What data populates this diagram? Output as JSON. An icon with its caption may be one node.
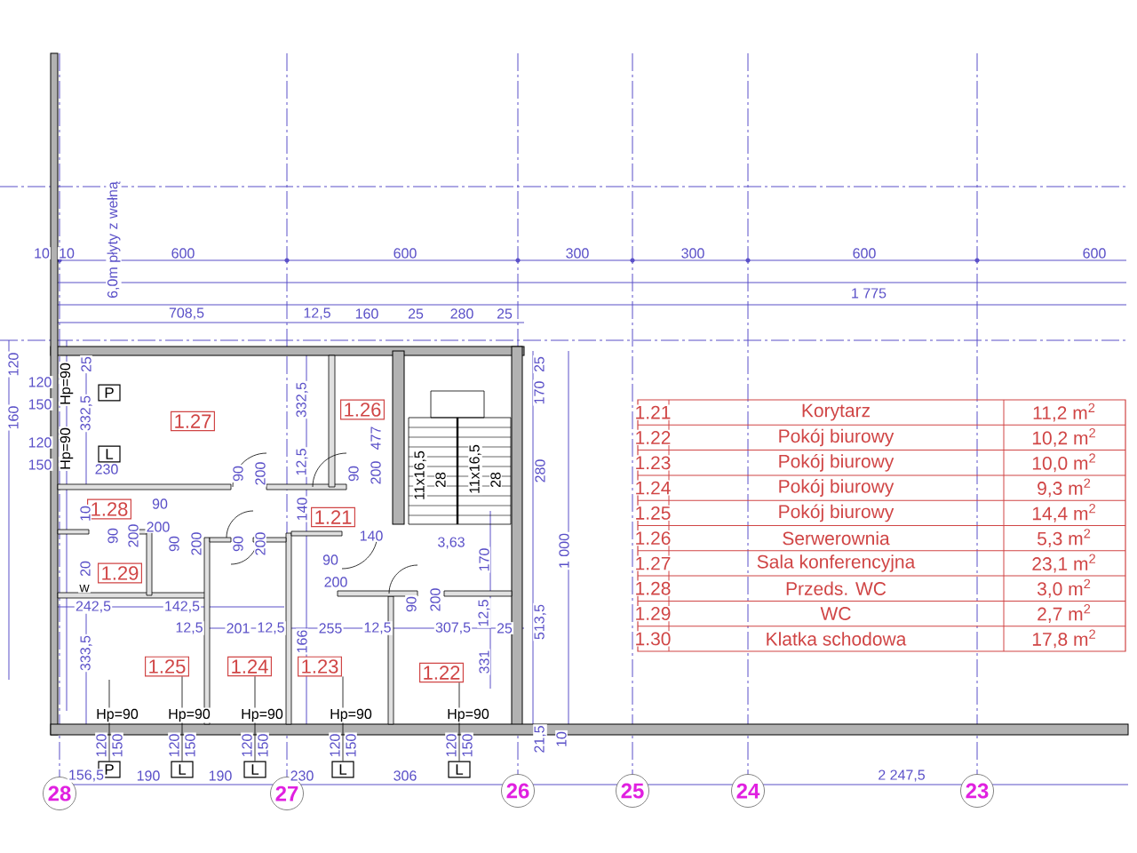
{
  "diagram": {
    "nodes": [
      {
        "text": [
          "1.27"
        ]
      },
      {
        "text": [
          "1.26"
        ]
      },
      {
        "text": [
          "P"
        ]
      },
      {
        "text": [
          "L"
        ]
      },
      {
        "text": [
          "1.28"
        ]
      },
      {
        "text": [
          "1.21"
        ]
      },
      {
        "text": [
          "1.29"
        ]
      },
      {
        "text": [
          "1.25"
        ]
      },
      {
        "text": [
          "1.24"
        ]
      },
      {
        "text": [
          "1.23"
        ]
      },
      {
        "text": [
          "1.22"
        ]
      },
      {
        "text": [
          "P"
        ]
      },
      {
        "text": [
          "L"
        ]
      },
      {
        "text": [
          "L"
        ]
      },
      {
        "text": [
          "L"
        ]
      },
      {
        "text": [
          "L"
        ]
      },
      {
        "text": [
          "28"
        ]
      },
      {
        "text": [
          "27"
        ]
      },
      {
        "text": [
          "26"
        ]
      },
      {
        "text": [
          "25"
        ]
      },
      {
        "text": [
          "24"
        ]
      },
      {
        "text": [
          "23"
        ]
      }
    ],
    "edges": [
      {
        "from": 11,
        "to": null,
        "arrow": "none"
      },
      {
        "from": 12,
        "to": 7,
        "arrow": "none"
      },
      {
        "from": 13,
        "to": 8,
        "arrow": "none"
      },
      {
        "from": 14,
        "to": 9,
        "arrow": "none"
      },
      {
        "from": 15,
        "to": 10,
        "arrow": "none"
      }
    ],
    "labels": [
      "10",
      "10",
      "600",
      "600",
      "300",
      "300",
      "600",
      "600",
      "6,0m płyty z wełną",
      "1 775",
      "708,5",
      "12,5",
      "160",
      "25",
      "280",
      "25",
      "120",
      "25",
      "Hp=90",
      "Hp=90",
      "25",
      "170",
      "120",
      "332,5",
      "332,5",
      "150",
      "160",
      "120",
      "200",
      "477",
      "12,5",
      "150",
      "230",
      "90",
      "200",
      "90",
      "11x16,5",
      "28",
      "11x16,5",
      "28",
      "280",
      "90",
      "140",
      "10",
      "200",
      "140",
      "90",
      "200",
      "90",
      "200",
      "90",
      "200",
      "3,63",
      "1 000",
      "90",
      "170",
      "20",
      "200",
      "W",
      "90",
      "200",
      "242,5",
      "142,5",
      "12,5",
      "513,5",
      "12,5",
      "201",
      "12,5",
      "255",
      "12,5",
      "307,5",
      "25",
      "166",
      "333,5",
      "331",
      "Hp=90",
      "Hp=90",
      "Hp=90",
      "Hp=90",
      "Hp=90",
      "120",
      "150",
      "120",
      "150",
      "120",
      "150",
      "120",
      "150",
      "120",
      "150",
      "21,5",
      "10",
      "156,5",
      "190",
      "190",
      "230",
      "306",
      "2 247,5",
      "1.21",
      "Korytarz",
      "11,2 m$^{2}$",
      "1.22",
      "Pokój biurowy",
      "10,2 m$^{2}$",
      "1.23",
      "Pokój biurowy",
      "10,0 m$^{2}$",
      "1.24",
      "Pokój biurowy",
      "9,3 m$^{2}$",
      "1.25",
      "Pokój biurowy",
      "14,4 m$^{2}$",
      "1.26",
      "Serwerownia",
      "5,3 m$^{2}$",
      "1.27",
      "Sala konferencyjna",
      "23,1 m$^{2}$",
      "1.28",
      "Przeds. WC",
      "3,0 m$^{2}$",
      "1.29",
      "WC",
      "2,7 m$^{2}$",
      "1.30",
      "Klatka schodowa",
      "17,8 m$^{2}$"
    ]
  }
}
